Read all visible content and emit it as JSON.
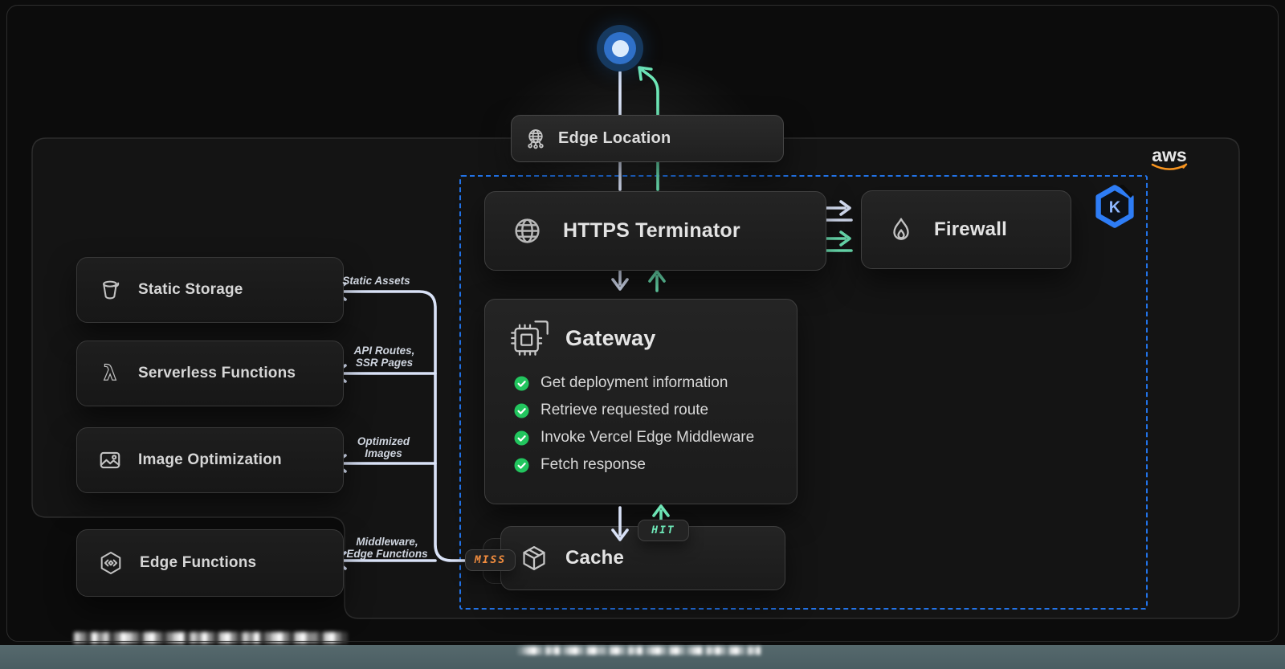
{
  "logos": {
    "aws_text": "aws",
    "k8s_letter": "K"
  },
  "nodes": {
    "edge_location": {
      "label": "Edge Location"
    },
    "https_terminator": {
      "label": "HTTPS Terminator"
    },
    "firewall": {
      "label": "Firewall"
    },
    "gateway": {
      "label": "Gateway",
      "steps": [
        "Get deployment information",
        "Retrieve requested route",
        "Invoke Vercel Edge Middleware",
        "Fetch response"
      ]
    },
    "cache": {
      "label": "Cache"
    },
    "static_storage": {
      "label": "Static Storage"
    },
    "serverless_functions": {
      "label": "Serverless Functions"
    },
    "image_optimization": {
      "label": "Image Optimization"
    },
    "edge_functions": {
      "label": "Edge Functions"
    }
  },
  "badges": {
    "hit": "HIT",
    "miss": "MISS"
  },
  "edge_labels": {
    "static_assets": "Static Assets",
    "api_routes": "API Routes,\nSSR Pages",
    "optimized_images": "Optimized\nImages",
    "middleware": "Middleware,\nEdge Functions"
  },
  "redacted": {
    "line_a": "▓▒░█▒▓░▒█▓▒░▓█▒░▒▓█░▓▒█▒░▓█▒░▓▒█░▒▓█▒░▓█▒▒░▓█▒░▓▒█░▒▓█▒░▓",
    "line_b": "░▒▓█▒░▓▒█░▒▓█▒░▓█▒▒░▓█▒░▓▒█░▒▓█▒░▓█▒░▒▓█░▓▒█▒░▓█▒░▓▒█░▒▓█▒░▓█"
  },
  "colors": {
    "accent_blue": "#2273e8",
    "wire_light": "#d9e2f7",
    "wire_green": "#6ee7b7",
    "hit_text": "#6ee7b7",
    "miss_text": "#f08c3e",
    "check_green": "#22c55e",
    "aws_orange": "#f7941f",
    "k8s_blue": "#2e7df6",
    "band_teal": "#4e6367"
  }
}
